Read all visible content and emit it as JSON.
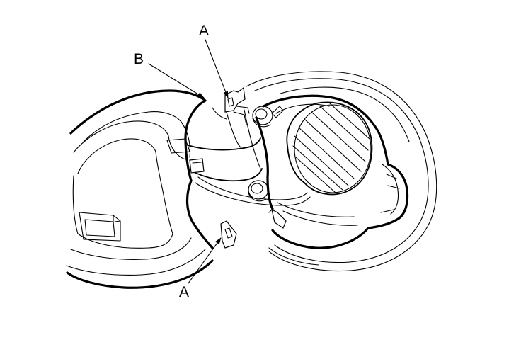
{
  "callouts": {
    "fastener_top": "A",
    "hinge_arm": "B",
    "fastener_bottom": "A"
  }
}
